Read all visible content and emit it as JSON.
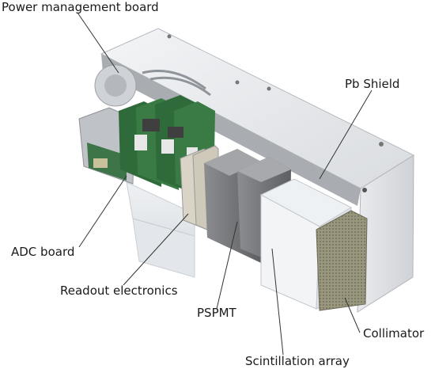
{
  "labels": {
    "power_management_board": "Power management board",
    "pb_shield": "Pb Shield",
    "adc_board": "ADC board",
    "readout_electronics": "Readout electronics",
    "pspmt": "PSPMT",
    "collimator": "Collimator",
    "scintillation_array": "Scintillation array"
  },
  "colors": {
    "housing_light": "#eceef0",
    "housing_mid": "#d7dade",
    "housing_dark": "#b8bcc1",
    "pcb_green": "#2f6b3a",
    "pspmt_gray": "#7d7f82",
    "collimator_olive": "#8f8c78",
    "leader_line": "#333333"
  }
}
